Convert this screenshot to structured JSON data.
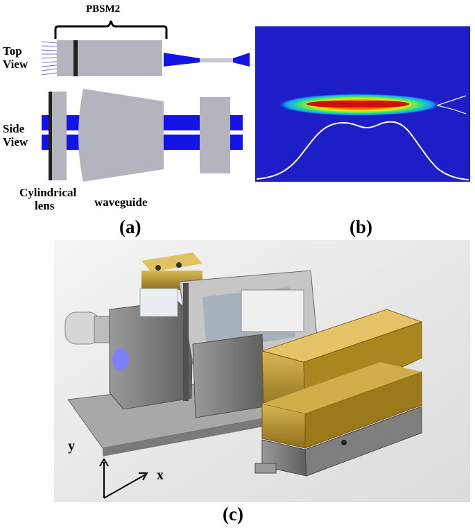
{
  "panel_a": {
    "title": "PBSM2",
    "top_view_line1": "Top",
    "top_view_line2": "View",
    "side_view_line1": "Side",
    "side_view_line2": "View",
    "cyl_line1": "Cylindrical",
    "cyl_line2": "lens",
    "waveguide": "waveguide",
    "letter": "(a)",
    "colors": {
      "component": "#b4b4be",
      "beam": "#1414e6",
      "dark": "#202020"
    }
  },
  "panel_b": {
    "letter": "(b)",
    "colors": {
      "background": "#1e1ec8",
      "hot": "#d01010",
      "curve": "#ffffff"
    }
  },
  "panel_c": {
    "y_axis": "y",
    "x_axis": "x",
    "letter": "(c)",
    "colors": {
      "gold": "#b8962e",
      "steel": "#8a8a8a"
    }
  }
}
